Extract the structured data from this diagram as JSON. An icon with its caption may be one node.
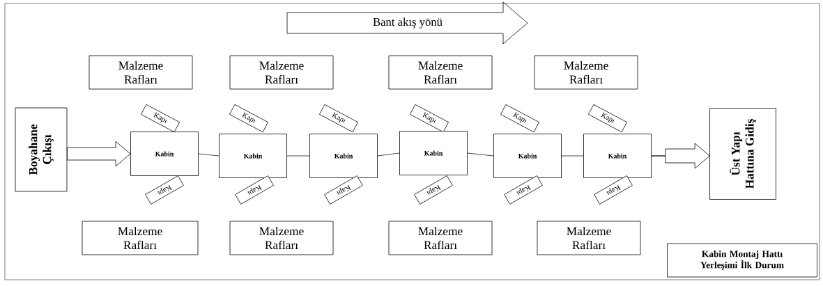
{
  "diagram": {
    "nodes": [
      {
        "text": [
          "Bant akış yönü"
        ]
      },
      {
        "text": [
          "Malzeme Rafları"
        ]
      },
      {
        "text": [
          "Malzeme Rafları"
        ]
      },
      {
        "text": [
          "Malzeme Rafları"
        ]
      },
      {
        "text": [
          "Malzeme Rafları"
        ]
      },
      {
        "text": [
          "Kapı"
        ]
      },
      {
        "text": [
          "Kapı"
        ]
      },
      {
        "text": [
          "Kapı"
        ]
      },
      {
        "text": [
          "Kapı"
        ]
      },
      {
        "text": [
          "Kapı"
        ]
      },
      {
        "text": [
          "Kapı"
        ]
      },
      {
        "text": [
          "Boyahane Çıkışı"
        ]
      },
      {
        "text": [
          "Kabin"
        ]
      },
      {
        "text": [
          "Kabin"
        ]
      },
      {
        "text": [
          "Kabin"
        ]
      },
      {
        "text": [
          "Kabin"
        ]
      },
      {
        "text": [
          "Kabin"
        ]
      },
      {
        "text": [
          "Kabin"
        ]
      },
      {
        "text": [
          "Üst Yapı Hattına Gidiş"
        ]
      },
      {
        "text": [
          "Kapı"
        ]
      },
      {
        "text": [
          "Kapı"
        ]
      },
      {
        "text": [
          "Kapı"
        ]
      },
      {
        "text": [
          "Kapı"
        ]
      },
      {
        "text": [
          "Kapı"
        ]
      },
      {
        "text": [
          "Kapı"
        ]
      },
      {
        "text": [
          "Malzeme Rafları"
        ]
      },
      {
        "text": [
          "Malzeme Rafları"
        ]
      },
      {
        "text": [
          "Malzeme Rafları"
        ]
      },
      {
        "text": [
          "Malzeme Rafları"
        ]
      },
      {
        "text": [
          "Kabin Montaj Hattı Yerleşimi İlk Durum"
        ]
      }
    ],
    "edges": [
      {
        "from": 11,
        "to": 12,
        "arrow": "to"
      },
      {
        "from": 12,
        "to": 13,
        "arrow": "none"
      },
      {
        "from": 13,
        "to": 14,
        "arrow": "none"
      },
      {
        "from": 14,
        "to": 15,
        "arrow": "none"
      },
      {
        "from": 15,
        "to": 16,
        "arrow": "none"
      },
      {
        "from": 16,
        "to": 17,
        "arrow": "none"
      },
      {
        "from": 17,
        "to": 18,
        "arrow": "to"
      }
    ]
  }
}
